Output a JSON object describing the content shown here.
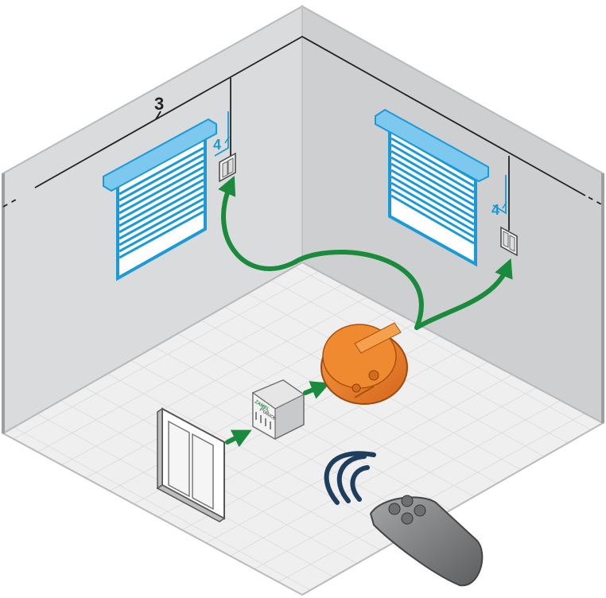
{
  "labels": {
    "wire_main": "3",
    "wire_left": "4",
    "wire_right": "4"
  },
  "module": {
    "brand": "ZAMEL",
    "model": "Polluce"
  },
  "colors": {
    "wall_left": "#d9dadb",
    "wall_right": "#cfd0d1",
    "floor": "#eeeeef",
    "blind": "#1a9ad6",
    "blind_light": "#7cc8ee",
    "arrow": "#1a8a3c",
    "junction_box": "#e87a1e",
    "signal": "#1f3d5c",
    "remote": "#7a7b7d"
  },
  "icons": {
    "receiver_module": "radio-receiver-module",
    "junction_box": "flush-mounted-box",
    "wall_switch": "double-rocker-switch",
    "remote": "remote-control",
    "signal": "wireless-signal"
  }
}
